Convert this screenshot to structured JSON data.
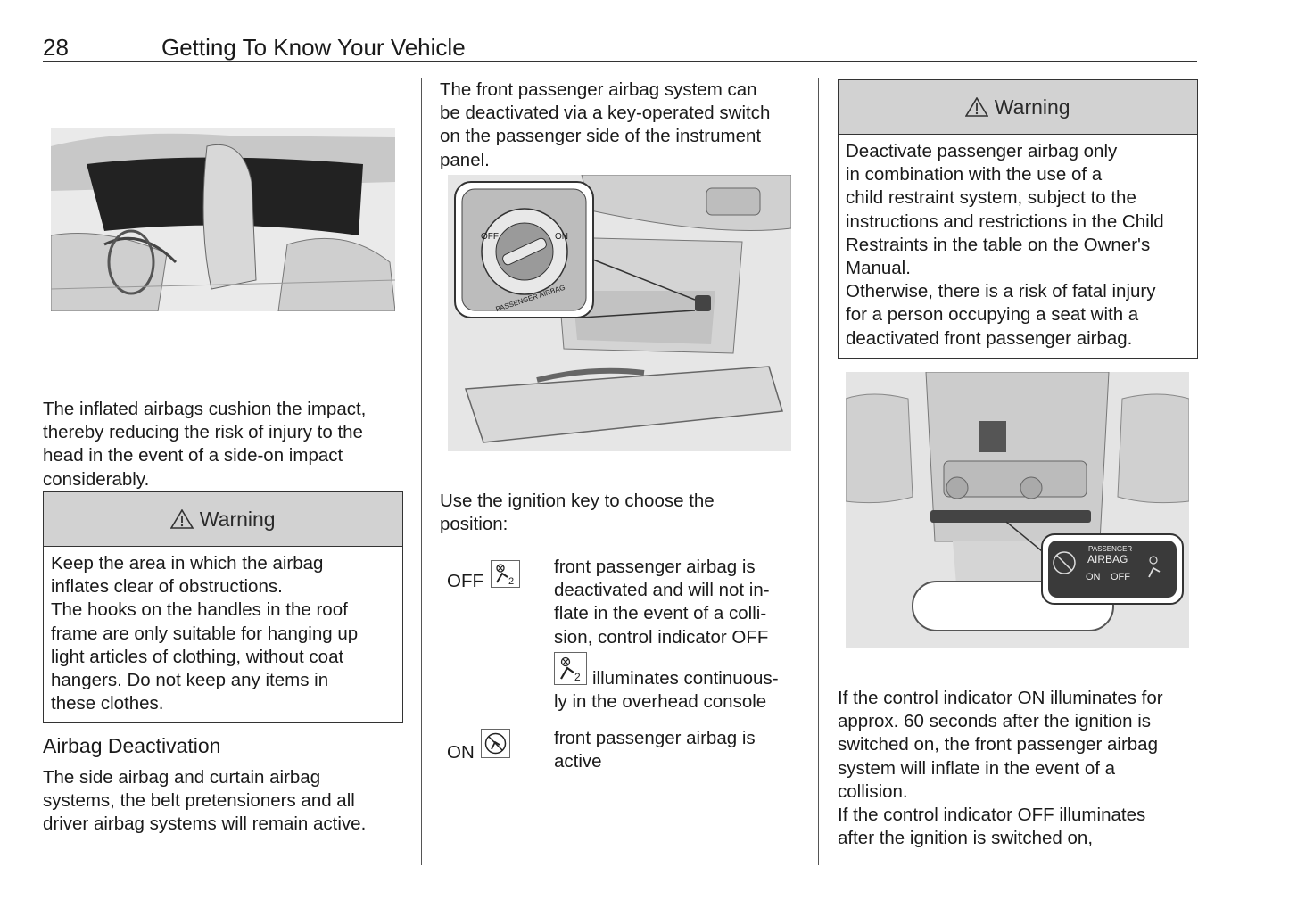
{
  "header": {
    "page_number": "28",
    "title": "Getting To Know Your Vehicle"
  },
  "col1": {
    "paragraph1": "The inflated airbags cushion the impact,\nthereby reducing the risk of injury to the\nhead in the event of a side-on impact\nconsiderably.",
    "warning": {
      "title": "Warning",
      "body": "Keep the area in which the airbag\ninflates clear of obstructions.\nThe hooks on the handles in the roof\nframe are only suitable for hanging up\nlight articles of clothing, without coat\nhangers. Do not keep any items in\nthese clothes."
    },
    "section_title": "Airbag Deactivation",
    "paragraph2": "The side airbag and curtain airbag\nsystems, the belt pretensioners and all\ndriver airbag systems will remain active."
  },
  "col2": {
    "intro": "The front passenger airbag system can\nbe deactivated via a key-operated switch\non the passenger side of the instrument\npanel.",
    "switch_labels": {
      "off": "OFF",
      "on": "ON",
      "ring_text": "PASSENGER AIRBAG"
    },
    "use_key": "Use the ignition key to choose the\nposition:",
    "off_label": "OFF",
    "off_desc": "front passenger airbag is\ndeactivated and will not in-\nflate in the event of a colli-\nsion, control indicator OFF",
    "off_desc_tail": "illuminates continuous-\nly in the overhead console",
    "on_label": "ON",
    "on_desc": "front passenger airbag is\nactive"
  },
  "col3": {
    "warning": {
      "title": "Warning",
      "body": "Deactivate passenger airbag only\nin combination with the use of a\nchild restraint system, subject to the\ninstructions and restrictions in the Child\nRestraints in the table on the Owner's\nManual.\nOtherwise, there is a risk of fatal injury\nfor a person occupying a seat with a\ndeactivated front passenger airbag."
    },
    "console_labels": {
      "line1": "PASSENGER",
      "line2": "AIRBAG",
      "on": "ON",
      "off": "OFF"
    },
    "paragraph": "If the control indicator ON illuminates for\napprox. 60 seconds after the ignition is\nswitched on, the front passenger airbag\nsystem will inflate in the event of a\ncollision.\nIf the control indicator OFF illuminates\nafter the ignition is switched on,"
  },
  "icons": [
    "warning-triangle-icon",
    "airbag-off-icon",
    "airbag-on-icon"
  ]
}
